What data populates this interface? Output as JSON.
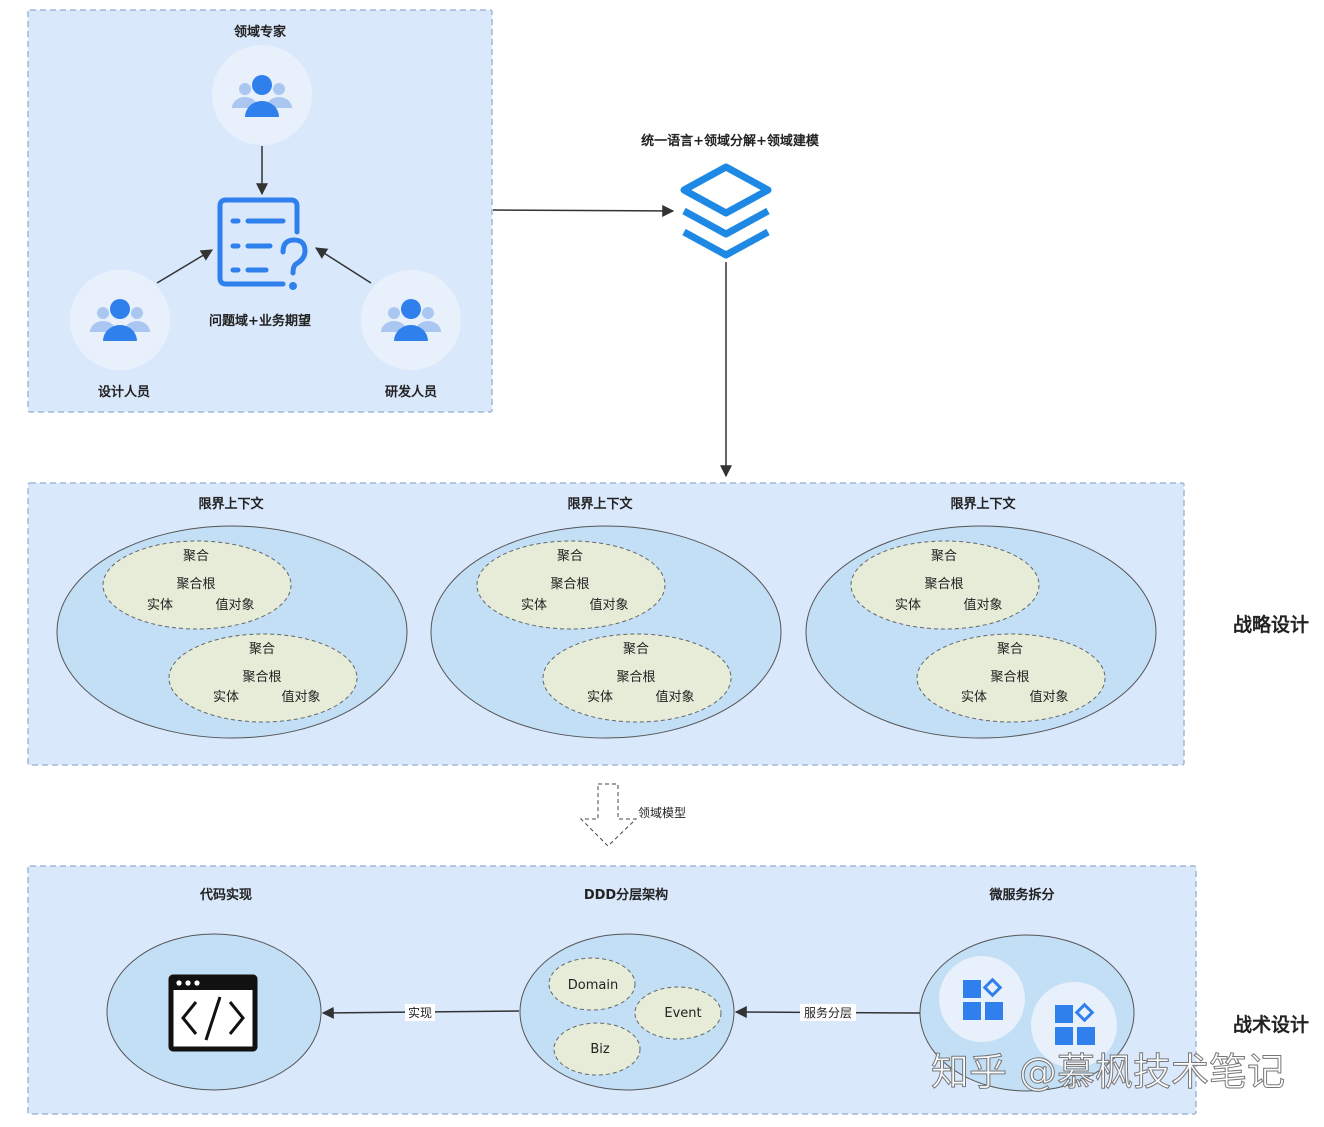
{
  "colors": {
    "panel_fill": "#dae8fc",
    "panel_stroke": "#9fb7d6",
    "context_fill": "#c2dff6",
    "aggregate_fill": "#e6ecd8",
    "icon_blue": "#2f80ed",
    "circle_fill": "#e8f0fc",
    "line": "#333333"
  },
  "problem_space": {
    "expert_label": "领域专家",
    "designer_label": "设计人员",
    "developer_label": "研发人员",
    "document_label": "问题域+业务期望",
    "person_icon": "people-group-icon",
    "document_icon": "question-document-icon"
  },
  "modeling": {
    "label": "统一语言+领域分解+领域建模",
    "icon": "layers-icon"
  },
  "strategic": {
    "side_label": "战略设计",
    "contexts": [
      {
        "title": "限界上下文",
        "aggregates": [
          {
            "name": "聚合",
            "root": "聚合根",
            "entity": "实体",
            "value_object": "值对象"
          },
          {
            "name": "聚合",
            "root": "聚合根",
            "entity": "实体",
            "value_object": "值对象"
          }
        ]
      },
      {
        "title": "限界上下文",
        "aggregates": [
          {
            "name": "聚合",
            "root": "聚合根",
            "entity": "实体",
            "value_object": "值对象"
          },
          {
            "name": "聚合",
            "root": "聚合根",
            "entity": "实体",
            "value_object": "值对象"
          }
        ]
      },
      {
        "title": "限界上下文",
        "aggregates": [
          {
            "name": "聚合",
            "root": "聚合根",
            "entity": "实体",
            "value_object": "值对象"
          },
          {
            "name": "聚合",
            "root": "聚合根",
            "entity": "实体",
            "value_object": "值对象"
          }
        ]
      }
    ]
  },
  "transition": {
    "label": "领域模型"
  },
  "tactical": {
    "side_label": "战术设计",
    "code": {
      "title": "代码实现",
      "icon": "code-window-icon"
    },
    "layers": {
      "title": "DDD分层架构",
      "items": [
        "Domain",
        "Event",
        "Biz"
      ]
    },
    "micro": {
      "title": "微服务拆分",
      "icon": "app-blocks-icon"
    },
    "implement_label": "实现",
    "service_layer_label": "服务分层"
  },
  "watermark": "知乎 @慕枫技术笔记"
}
